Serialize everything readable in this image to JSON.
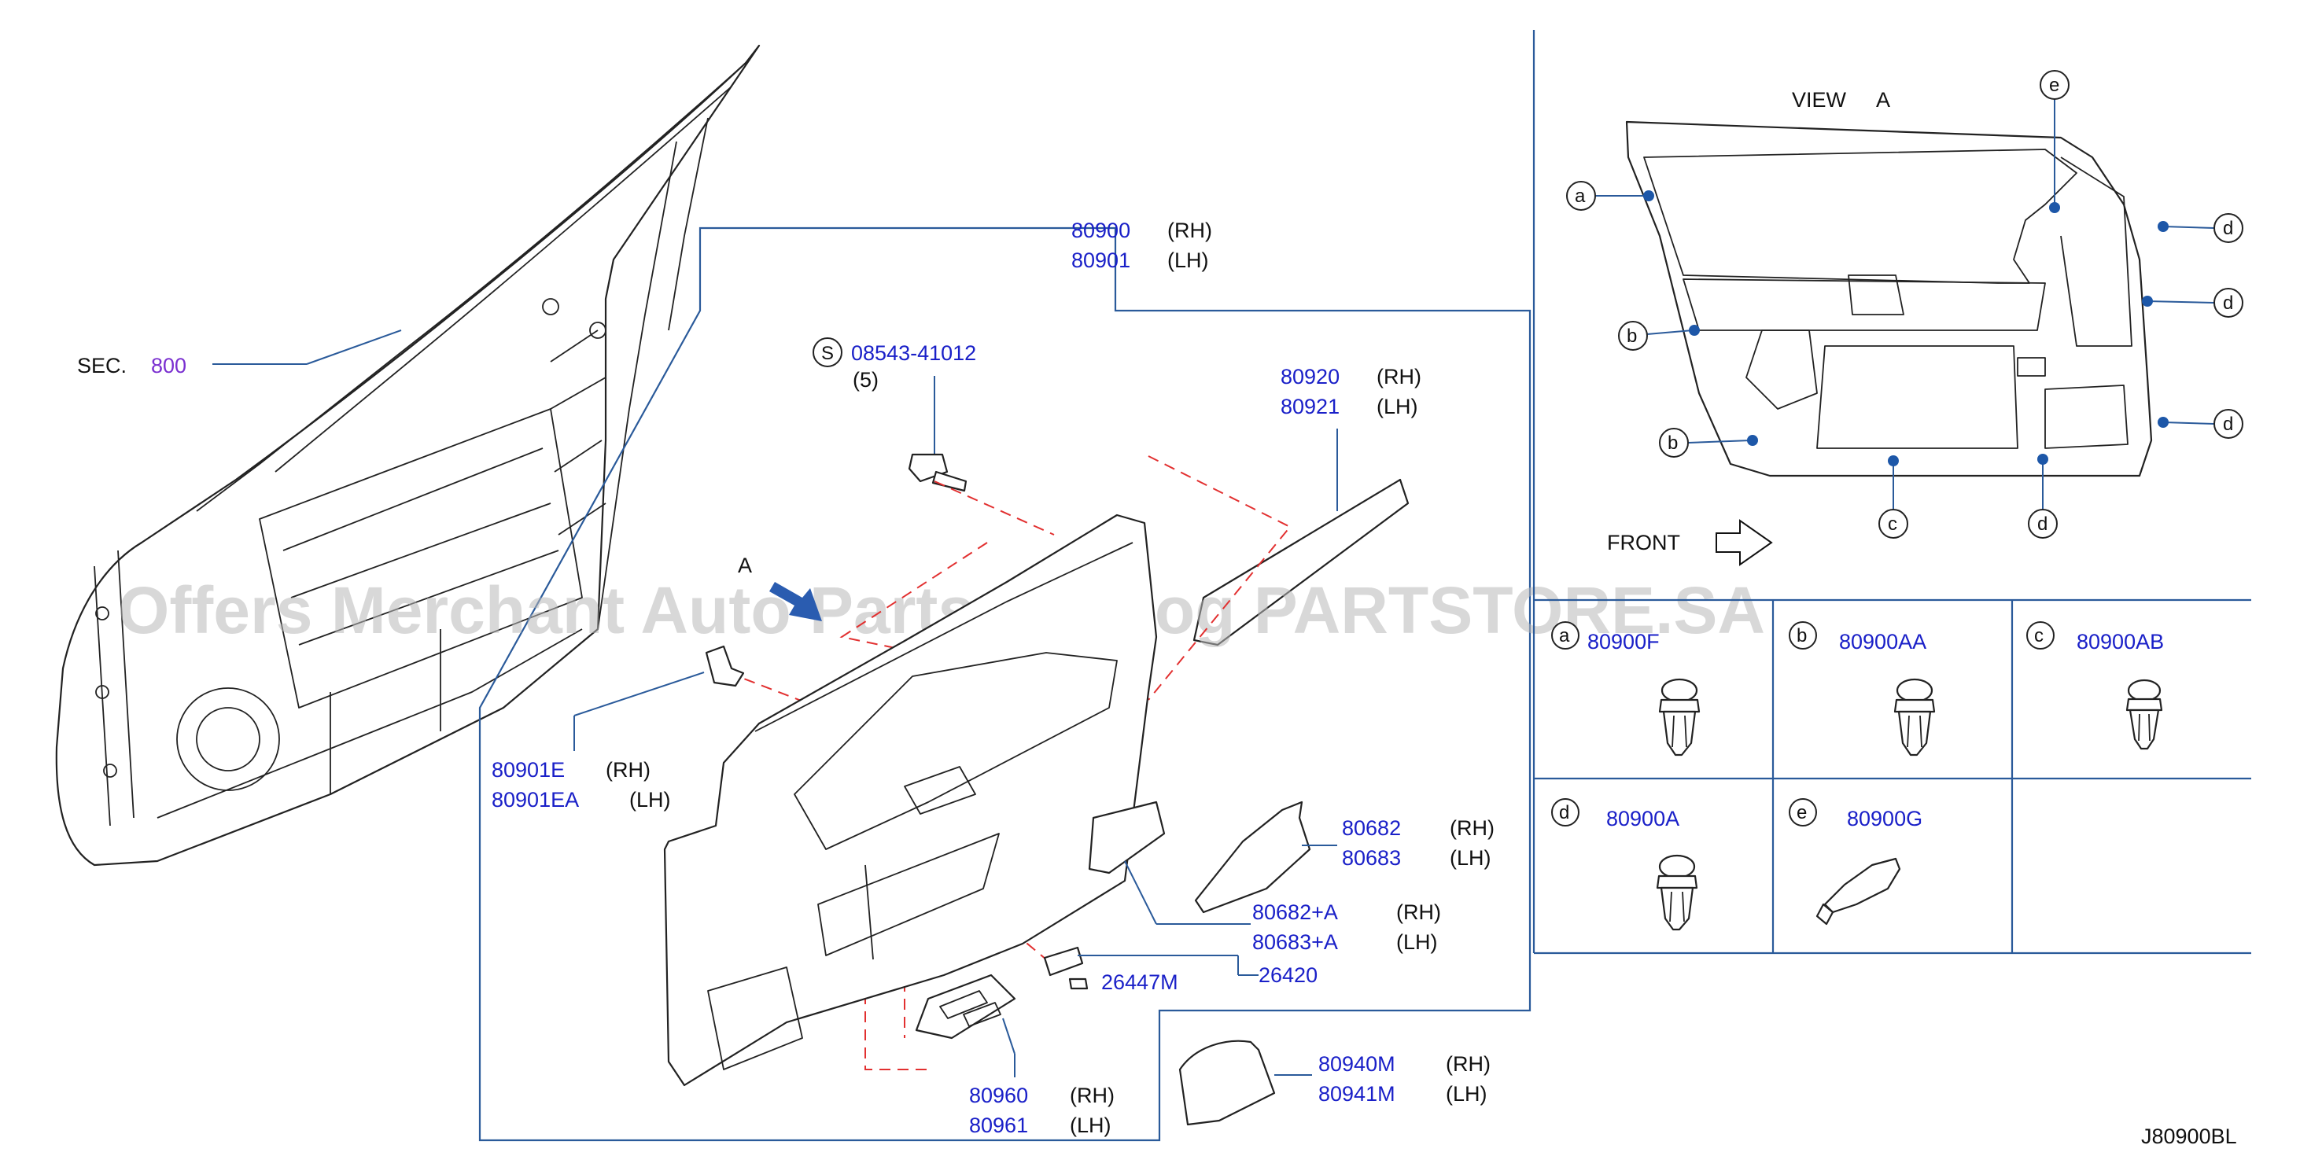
{
  "section": {
    "label": "SEC.",
    "number": "800"
  },
  "parts": {
    "trim_panel": {
      "rh": "80900",
      "rh_side": "(RH)",
      "lh": "80901",
      "lh_side": "(LH)"
    },
    "screw": {
      "symbol": "S",
      "number": "08543-41012",
      "qty": "(5)"
    },
    "finisher": {
      "rh": "80920",
      "rh_side": "(RH)",
      "lh": "80921",
      "lh_side": "(LH)"
    },
    "clip_e": {
      "rh": "80901E",
      "rh_side": "(RH)",
      "lh": "80901EA",
      "lh_side": "(LH)"
    },
    "escutcheon": {
      "rh": "80682",
      "rh_side": "(RH)",
      "lh": "80683",
      "lh_side": "(LH)"
    },
    "escutcheon_a": {
      "rh": "80682+A",
      "rh_side": "(RH)",
      "lh": "80683+A",
      "lh_side": "(LH)"
    },
    "bulb": {
      "number": "26447M"
    },
    "lamp": {
      "number": "26420"
    },
    "switch_finisher": {
      "rh": "80960",
      "rh_side": "(RH)",
      "lh": "80961",
      "lh_side": "(LH)"
    },
    "armrest": {
      "rh": "80940M",
      "rh_side": "(RH)",
      "lh": "80941M",
      "lh_side": "(LH)"
    }
  },
  "view": {
    "title": "VIEW",
    "letter": "A",
    "arrow_label": "A",
    "front_label": "FRONT",
    "markers": [
      "a",
      "b",
      "b",
      "c",
      "d",
      "d",
      "d",
      "d",
      "e"
    ]
  },
  "clip_table": [
    {
      "letter": "a",
      "number": "80900F"
    },
    {
      "letter": "b",
      "number": "80900AA"
    },
    {
      "letter": "c",
      "number": "80900AB"
    },
    {
      "letter": "d",
      "number": "80900A"
    },
    {
      "letter": "e",
      "number": "80900G"
    }
  ],
  "diagram_code": "J80900BL",
  "watermark": "Offers Merchant Auto Parts Catalog PARTSTORE.SA",
  "colors": {
    "part_number": "#1a20c8",
    "section_number": "#7a2fd0",
    "leader": "#2a5a9a",
    "dash": "#e23030",
    "clip_dot": "#1d57a8"
  }
}
